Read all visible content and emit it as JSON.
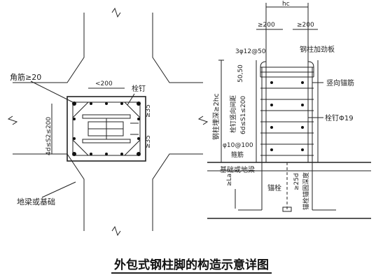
{
  "caption": "外包式钢柱脚的构造示意详图",
  "left_plan": {
    "labels": {
      "corner_bar": "角筋≥20",
      "stud": "栓钉",
      "top_dim": "<200",
      "left_dim": "4d≤S2≤200",
      "right_dim_1": "≥35",
      "right_dim_2": "≥35",
      "beam_or_foundation": "地梁或基础"
    }
  },
  "right_section": {
    "labels": {
      "top_dim": "hc",
      "dim_left": "≥200",
      "dim_right": "≥200",
      "top_stirrups": "3φ12@50",
      "stiffener": "钢柱加劲板",
      "dim_5050": "50,50",
      "vertical_anchor": "竖向锚筋",
      "height": "钢柱埋深≥2hc",
      "stud_spacing": "栓钉竖向间距",
      "stud_range": "6d≤S1≤200",
      "stud_dia": "栓钉Φ19",
      "stirrups": "φ10@100",
      "hoop": "箍筋",
      "foundation_beam": "基础或地梁",
      "la": "≥La",
      "anchor_bolt": "锚栓",
      "depth": "≥25d",
      "anchor_depth": "锚栓锚固深度"
    }
  }
}
